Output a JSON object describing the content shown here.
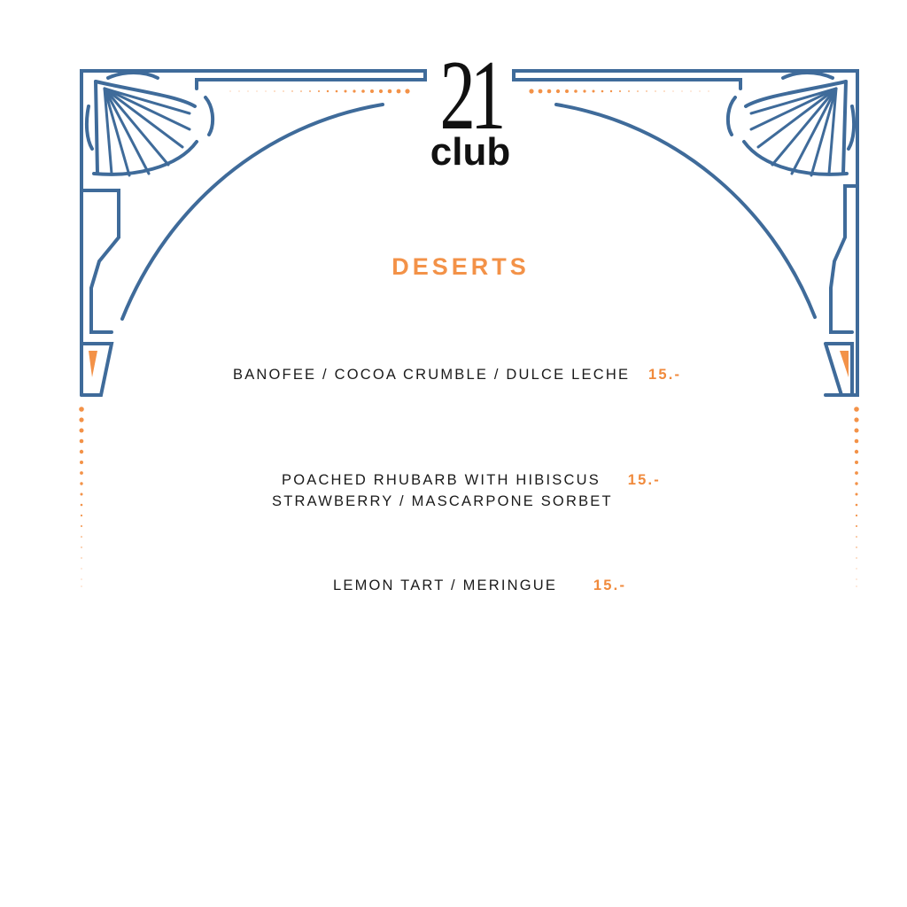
{
  "logo": {
    "number": "21",
    "word": "club"
  },
  "section_title": "DESERTS",
  "items": [
    {
      "name": "BANOFEE / COCOA CRUMBLE / DULCE LECHE",
      "price": "15.-"
    },
    {
      "name": "POACHED RHUBARB WITH HIBISCUS",
      "price": "15.-",
      "subline": "STRAWBERRY / MASCARPONE SORBET"
    },
    {
      "name": "LEMON TART / MERINGUE",
      "price": "15.-"
    }
  ],
  "colors": {
    "frame_blue": "#3f6b9a",
    "accent_orange": "#f39248",
    "text": "#1a1a1a"
  }
}
